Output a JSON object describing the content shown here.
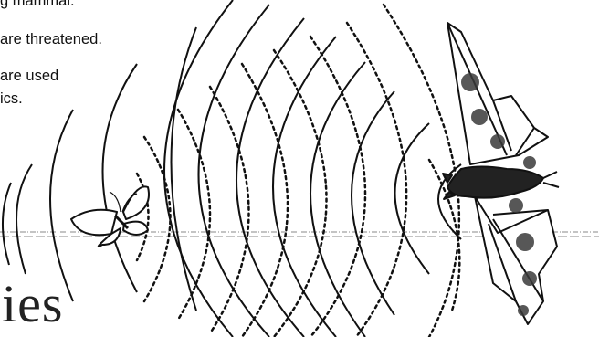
{
  "text": {
    "line1": "g mammal.",
    "line2": "are threatened.",
    "line3": "are used",
    "line4": "ics.",
    "heading": "ies"
  },
  "colors": {
    "ink": "#111111",
    "bat_spots": "#3a3a3a",
    "rule": "#777777"
  }
}
